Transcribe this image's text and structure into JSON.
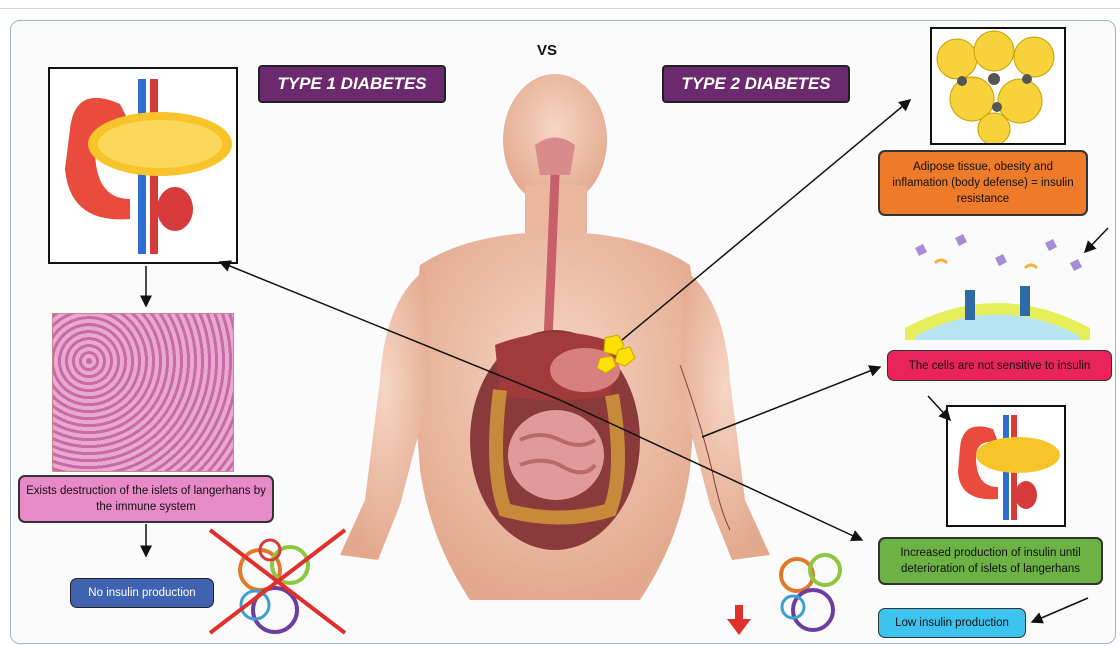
{
  "header": {
    "vs": "VS",
    "type1_title": "TYPE 1 DIABETES",
    "type2_title": "TYPE 2 DIABETES"
  },
  "labels": {
    "destruction": "Exists destruction of the islets of langerhans by the immune  system",
    "no_insulin": "No insulin production",
    "adipose": "Adipose tissue, obesity and inflamation (body defense) = insulin resistance",
    "not_sensitive": "The cells are not sensitive to insulin",
    "increased": "Increased production  of insulin until deterioration  of islets of langerhans",
    "low_insulin": "Low insulin production"
  },
  "colors": {
    "title_bg": "#6b2a6e",
    "destruction_bg": "#e98ac8",
    "no_insulin_bg": "#3f63b0",
    "adipose_bg": "#ee7b2a",
    "not_sensitive_bg": "#e8245a",
    "increased_bg": "#6db245",
    "low_insulin_bg": "#3cc4ee",
    "cross": "#e0302c",
    "down_arrow": "#e0302c"
  }
}
